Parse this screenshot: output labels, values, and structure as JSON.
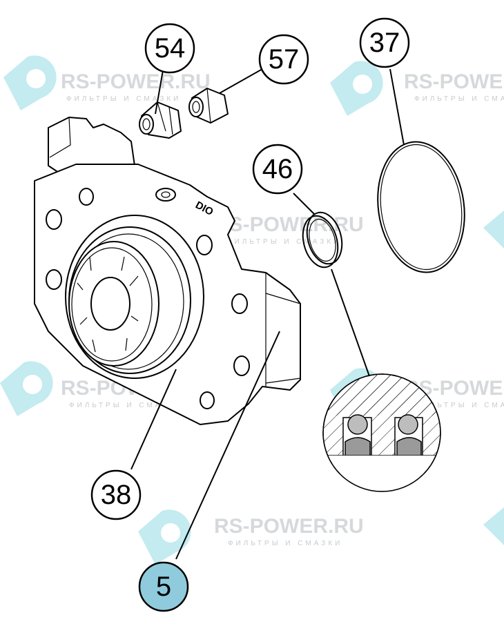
{
  "callouts": [
    {
      "label": "54",
      "highlight": false
    },
    {
      "label": "57",
      "highlight": false
    },
    {
      "label": "37",
      "highlight": false
    },
    {
      "label": "46",
      "highlight": false
    },
    {
      "label": "38",
      "highlight": false
    },
    {
      "label": "5",
      "highlight": true
    }
  ],
  "watermark": {
    "brand": "RS-POWER.RU",
    "tagline": "ФИЛЬТРЫ И СМАЗКИ"
  },
  "body_marking": "DIO",
  "colors": {
    "highlight": "#8fcbdc",
    "watermark_logo": "#a9e3ea",
    "watermark_text": "#c9cdd0"
  }
}
